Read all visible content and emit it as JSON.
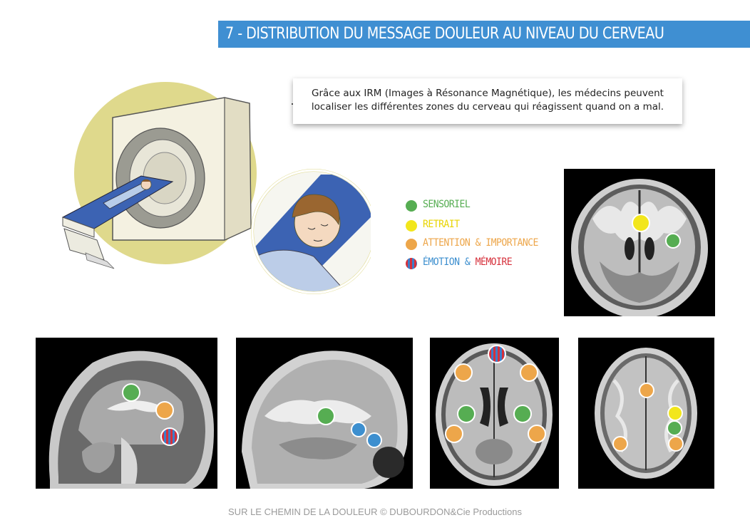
{
  "title": "7  - DISTRIBUTION DU MESSAGE DOULEUR AU NIVEAU DU CERVEAU",
  "info": {
    "line1": "Grâce aux IRM (Images à Résonance Magnétique), les médecins peuvent",
    "line2": "localiser les différentes zones du cerveau qui réagissent quand on a mal."
  },
  "legend": [
    {
      "label": "SENSORIEL",
      "color": "#56ad52"
    },
    {
      "label": "RETRAIT",
      "color": "#f2e61c"
    },
    {
      "label": "ATTENTION & IMPORTANCE",
      "color": "#eda64a"
    },
    {
      "label_part1": "ÉMOTION & ",
      "label_part2": "MÉMOIRE",
      "color1": "#3d8fcf",
      "color2": "#d6303b"
    }
  ],
  "footer": "SUR LE CHEMIN DE LA DOULEUR © DUBOURDON&Cie Productions",
  "colors": {
    "banner": "#3f8fd2",
    "sensoriel": "#56ad52",
    "retrait": "#f2e61c",
    "attention": "#eda64a",
    "emotion": "#3d8fcf",
    "memoire": "#d6303b"
  },
  "icons": [
    "mri-machine-illustration",
    "patient-face-illustration",
    "brain-scan-image"
  ]
}
